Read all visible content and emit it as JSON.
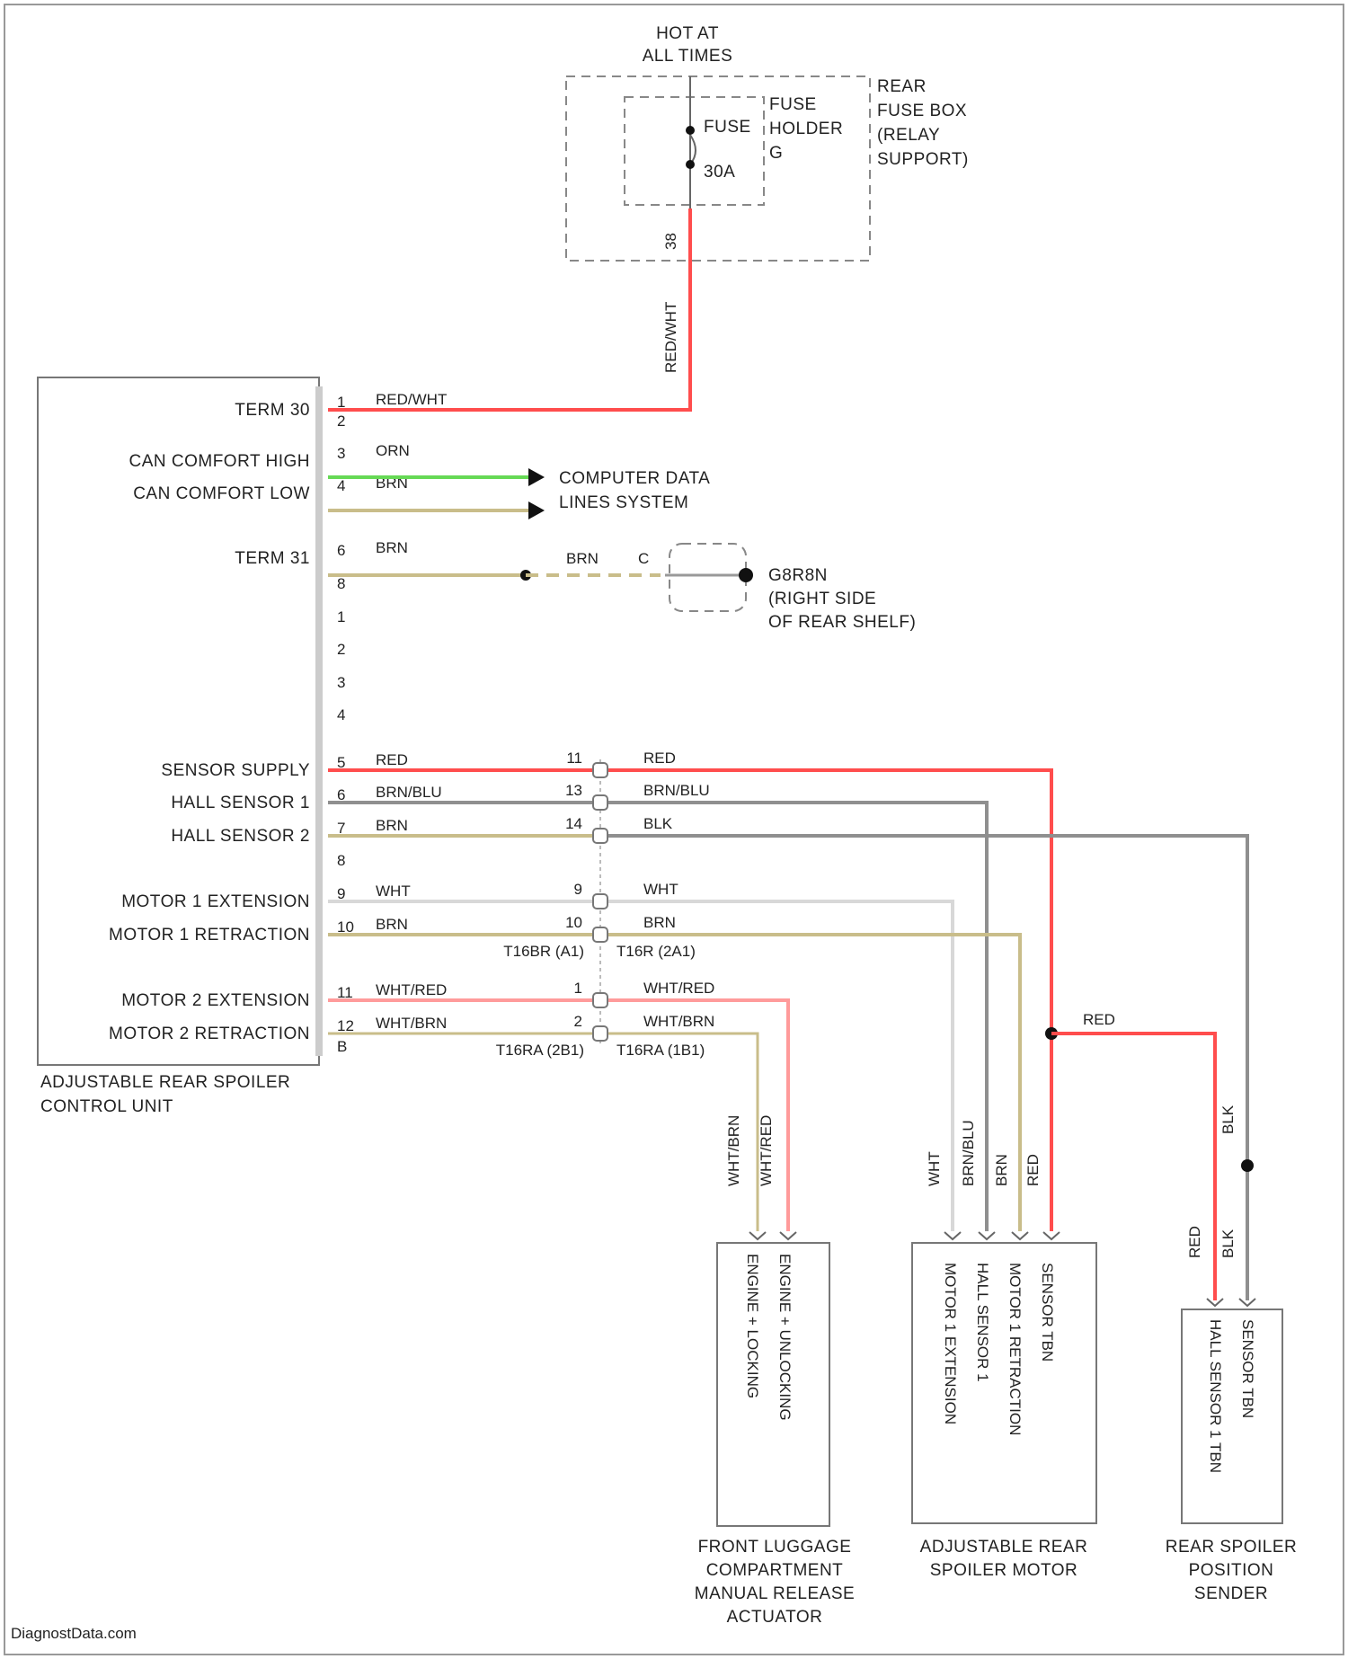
{
  "power": {
    "hot_line1": "HOT AT",
    "hot_line2": "ALL TIMES",
    "fuse_label": "FUSE",
    "fuse_rating": "30A",
    "fuse_holder": [
      "FUSE",
      "HOLDER",
      "G"
    ],
    "fuse_box": [
      "REAR",
      "FUSE BOX",
      "(RELAY",
      "SUPPORT)"
    ],
    "fuse_out_pin": "38",
    "feed_wire": "RED/WHT"
  },
  "control_unit": {
    "name_line1": "ADJUSTABLE REAR SPOILER",
    "name_line2": "CONTROL UNIT",
    "pins": [
      {
        "label": "TERM 30",
        "pin": "1",
        "wire": "RED/WHT"
      },
      {
        "label": "",
        "pin": "2",
        "wire": ""
      },
      {
        "label": "CAN COMFORT HIGH",
        "pin": "3",
        "wire": "ORN"
      },
      {
        "label": "CAN COMFORT LOW",
        "pin": "4",
        "wire": "BRN"
      },
      {
        "label": "TERM 31",
        "pin": "6",
        "wire": "BRN"
      },
      {
        "label": "",
        "pin": "8",
        "wire": ""
      },
      {
        "label": "",
        "pin": "1",
        "wire": ""
      },
      {
        "label": "",
        "pin": "2",
        "wire": ""
      },
      {
        "label": "",
        "pin": "3",
        "wire": ""
      },
      {
        "label": "",
        "pin": "4",
        "wire": ""
      },
      {
        "label": "SENSOR SUPPLY",
        "pin": "5",
        "wire": "RED"
      },
      {
        "label": "HALL SENSOR 1",
        "pin": "6",
        "wire": "BRN/BLU"
      },
      {
        "label": "HALL SENSOR 2",
        "pin": "7",
        "wire": "BRN"
      },
      {
        "label": "",
        "pin": "8",
        "wire": ""
      },
      {
        "label": "MOTOR 1 EXTENSION",
        "pin": "9",
        "wire": "WHT"
      },
      {
        "label": "MOTOR 1 RETRACTION",
        "pin": "10",
        "wire": "BRN"
      },
      {
        "label": "MOTOR 2 EXTENSION",
        "pin": "11",
        "wire": "WHT/RED"
      },
      {
        "label": "MOTOR 2 RETRACTION",
        "pin": "12",
        "wire": "WHT/BRN"
      },
      {
        "label": "",
        "pin": "B",
        "wire": ""
      }
    ]
  },
  "data_lines": [
    "COMPUTER DATA",
    "LINES SYSTEM"
  ],
  "ground": {
    "wire": "BRN",
    "connector": "C",
    "name": [
      "G8R8N",
      "(RIGHT SIDE",
      "OF REAR SHELF)"
    ]
  },
  "inline_connector": {
    "rows": [
      {
        "in_pin": "11",
        "out_wire": "RED"
      },
      {
        "in_pin": "13",
        "out_wire": "BRN/BLU"
      },
      {
        "in_pin": "14",
        "out_wire": "BLK"
      },
      {
        "in_pin": "9",
        "out_wire": "WHT"
      },
      {
        "in_pin": "10",
        "out_wire": "BRN"
      },
      {
        "in_pin": "1",
        "out_wire": "WHT/RED"
      },
      {
        "in_pin": "2",
        "out_wire": "WHT/BRN"
      }
    ],
    "top_left": "T16BR (A1)",
    "top_right": "T16R (2A1)",
    "bottom_left": "T16RA (2B1)",
    "bottom_right": "T16RA (1B1)"
  },
  "splice_wire": "RED",
  "actuator": {
    "name": [
      "FRONT LUGGAGE",
      "COMPARTMENT",
      "MANUAL RELEASE",
      "ACTUATOR"
    ],
    "wires": [
      "WHT/BRN",
      "WHT/RED"
    ],
    "pins": [
      "ENGINE + LOCKING",
      "ENGINE + UNLOCKING"
    ]
  },
  "motor": {
    "name": [
      "ADJUSTABLE REAR",
      "SPOILER MOTOR"
    ],
    "wires": [
      "WHT",
      "BRN/BLU",
      "BRN",
      "RED"
    ],
    "pins": [
      "MOTOR 1 EXTENSION",
      "HALL SENSOR 1",
      "MOTOR 1 RETRACTION",
      "SENSOR TBN"
    ]
  },
  "sender": {
    "name": [
      "REAR SPOILER",
      "POSITION",
      "SENDER"
    ],
    "wires": [
      "RED",
      "BLK"
    ],
    "right_wire": "BLK",
    "pins": [
      "HALL SENSOR 1 TBN",
      "SENSOR TBN"
    ]
  },
  "watermark": "DiagnostData.com",
  "colors": {
    "red": "#ff4d4d",
    "green": "#66d955",
    "tan": "#c9bd8a",
    "gray": "#8f8f8f",
    "white": "#d8d8d8",
    "pink": "#ff9b9b"
  }
}
